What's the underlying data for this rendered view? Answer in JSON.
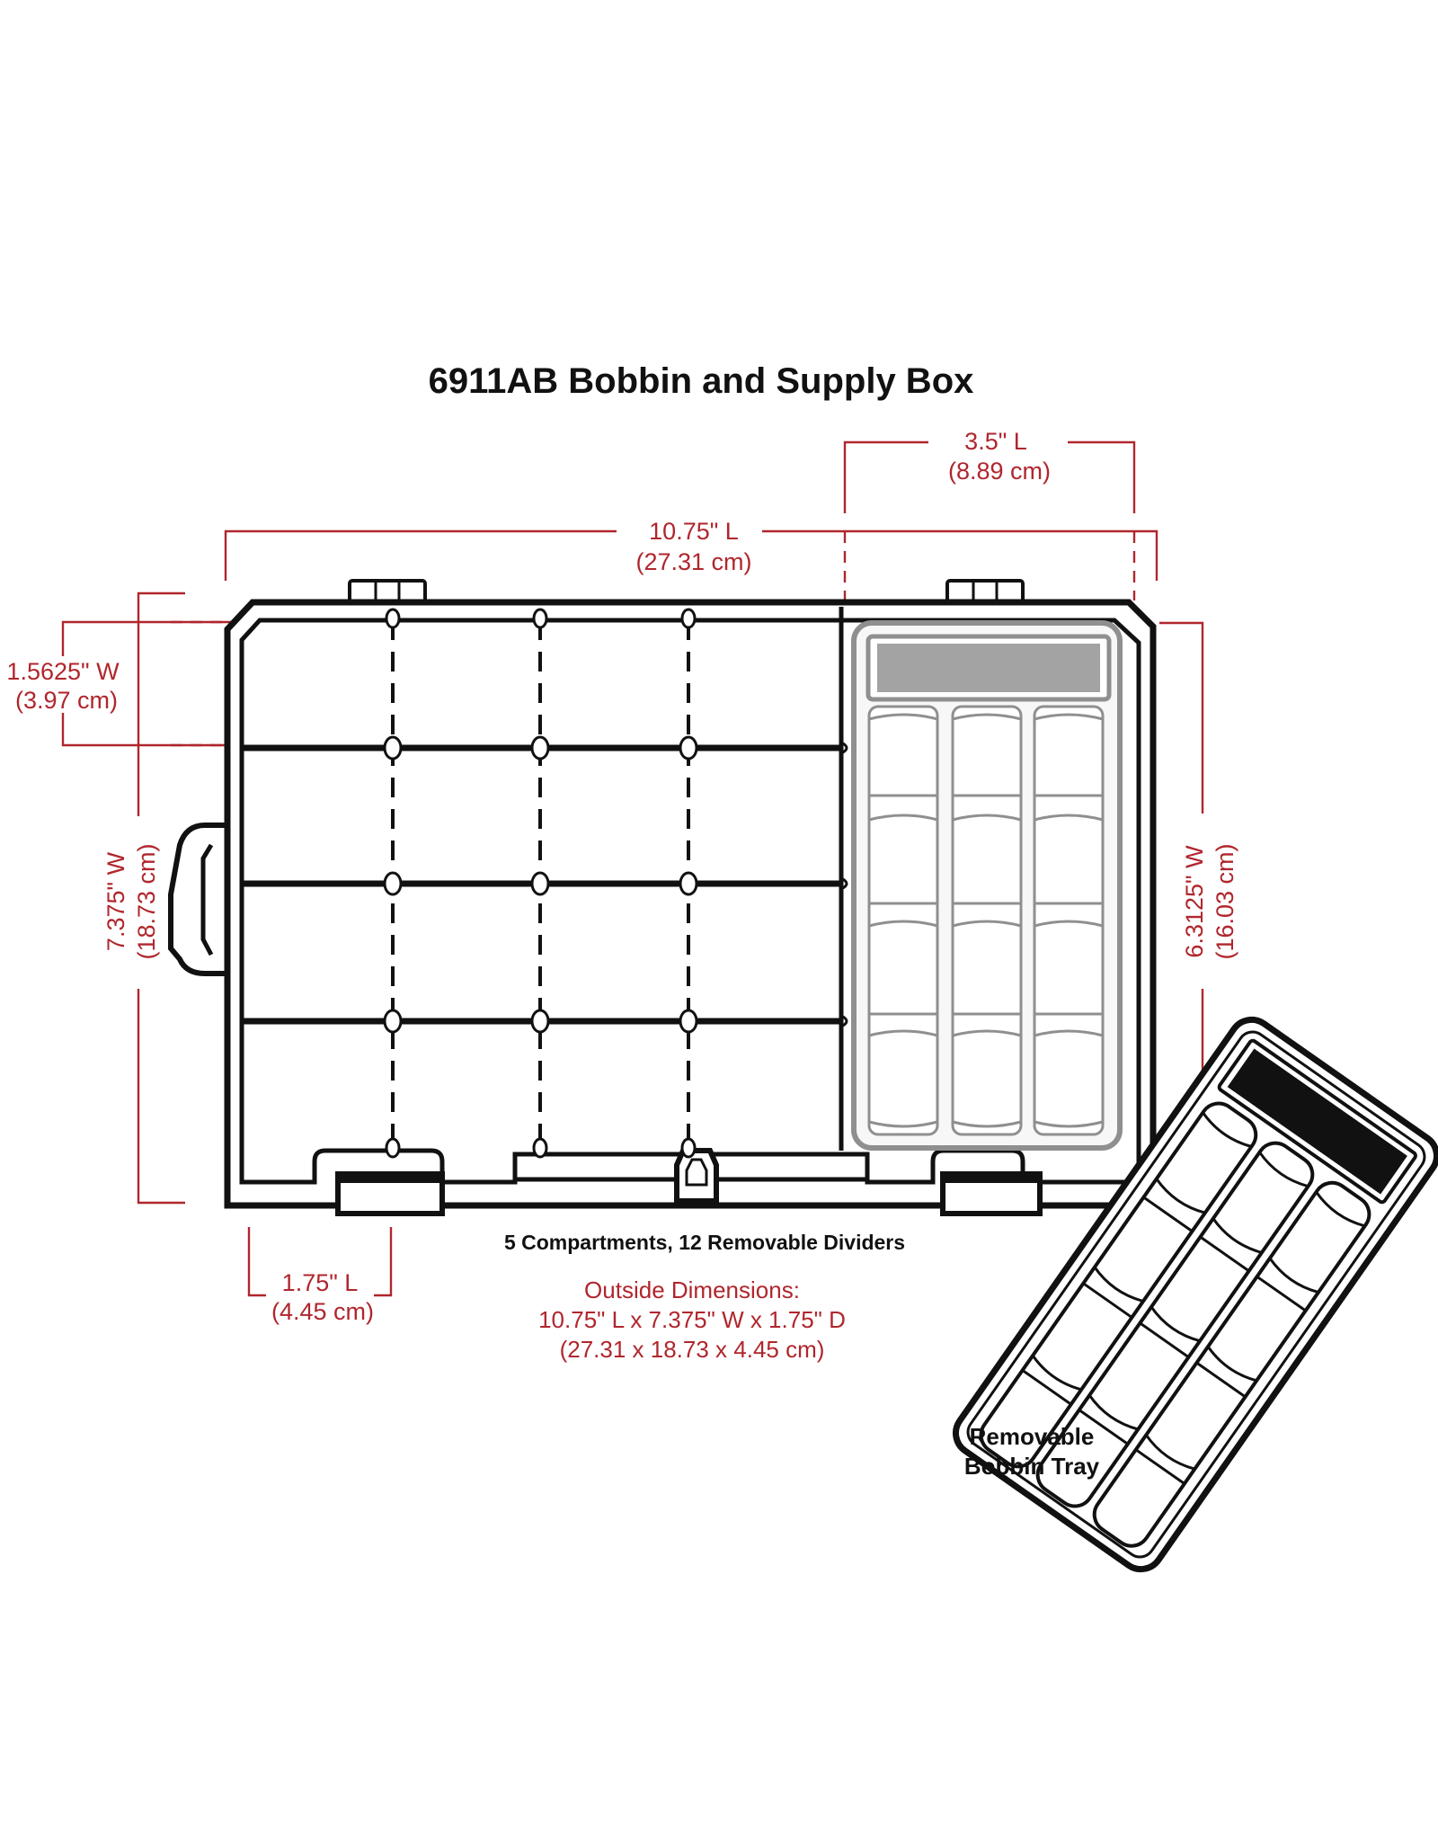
{
  "title": "6911AB Bobbin and Supply Box",
  "dimensions": {
    "tray_length": {
      "in": "3.5\" L",
      "cm": "(8.89 cm)"
    },
    "overall_length": {
      "in": "10.75\" L",
      "cm": "(27.31 cm)"
    },
    "compartment_width": {
      "in": "1.5625\" W",
      "cm": "(3.97 cm)"
    },
    "overall_width": {
      "in": "7.375\" W",
      "cm": "(18.73 cm)"
    },
    "tray_width": {
      "in": "6.3125\" W",
      "cm": "(16.03 cm)"
    },
    "depth": {
      "in": "1.75\" L",
      "cm": "(4.45 cm)"
    }
  },
  "compartments_note": "5 Compartments, 12 Removable Dividers",
  "outside_dimensions": {
    "heading": "Outside Dimensions:",
    "imperial": "10.75\" L x 7.375\" W x 1.75\" D",
    "metric": "(27.31 x 18.73 x 4.45 cm)"
  },
  "tray_caption": {
    "line1": "Removable",
    "line2": "Bobbin Tray"
  },
  "colors": {
    "dimension_red": "#b0262d",
    "outline_black": "#111111",
    "tray_gray": "#8f8f8f",
    "label_gray": "#a3a3a3"
  }
}
